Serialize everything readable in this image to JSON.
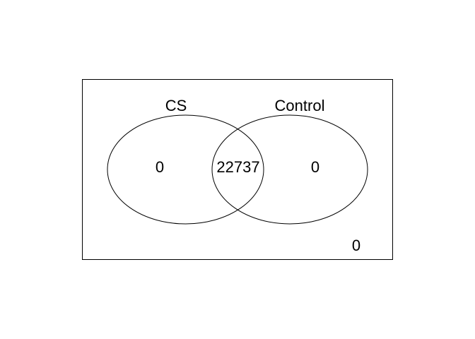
{
  "venn": {
    "sets": [
      {
        "name": "CS",
        "only_count": "0"
      },
      {
        "name": "Control",
        "only_count": "0"
      }
    ],
    "intersection_count": "22737",
    "outside_count": "0",
    "colors": {
      "outline": "#000000",
      "background": "#ffffff"
    }
  }
}
